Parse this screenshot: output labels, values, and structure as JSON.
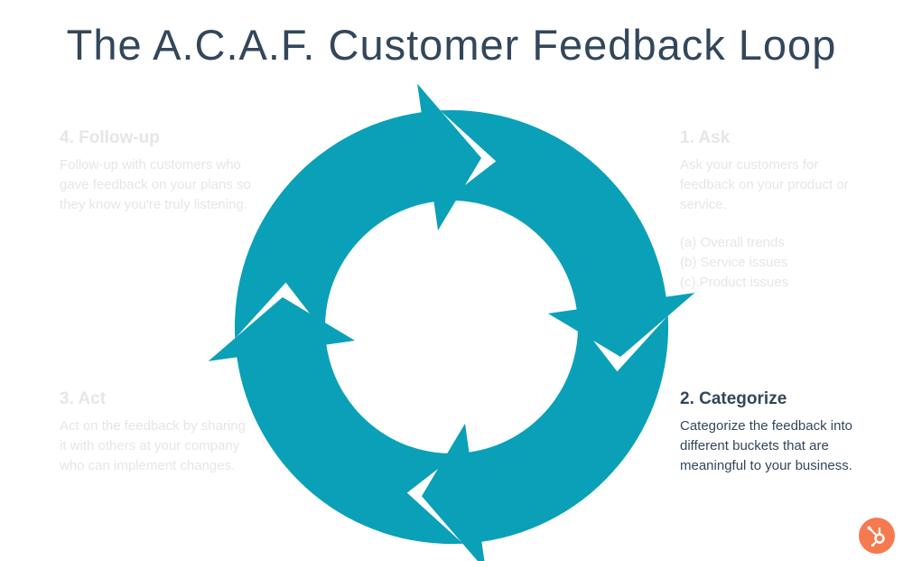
{
  "title": "The A.C.A.F. Customer Feedback Loop",
  "colors": {
    "ring": "#0aa0b8",
    "title": "#33475b",
    "faded": "#e6e6e6",
    "logo": "#f57a4f"
  },
  "steps": {
    "ask": {
      "heading": "1. Ask",
      "body": "Ask your customers for feedback on your product or service.",
      "items": [
        "(a) Overall trends",
        "(b) Service issues",
        "(c).Product issues"
      ]
    },
    "categorize": {
      "heading": "2. Categorize",
      "body": "Categorize the feedback into different buckets that are meaningful to your business."
    },
    "act": {
      "heading": "3. Act",
      "body": "Act on the feedback by sharing it with others at your company who can implement changes."
    },
    "followup": {
      "heading": "4. Follow-up",
      "body": "Follow-up with customers who gave feedback on your plans so they know you're truly listening."
    }
  },
  "logo_icon": "hubspot-sprocket-icon"
}
